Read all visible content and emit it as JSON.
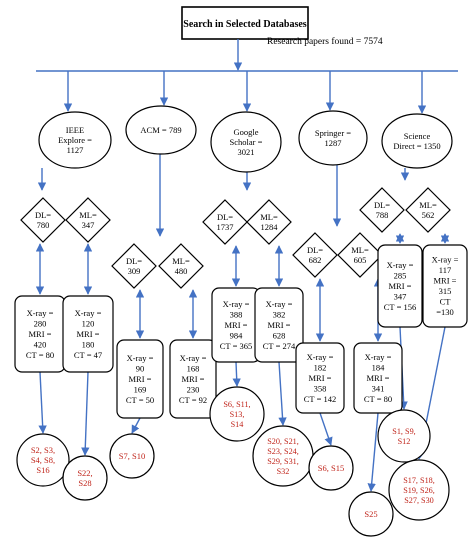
{
  "root": {
    "title": "Search in Selected Databases",
    "found_label": "Research papers found = 7574"
  },
  "colors": {
    "arrow": "#4472c4",
    "result": "#c0241a",
    "outline": "#000000"
  },
  "databases": [
    {
      "key": "ieee",
      "lines": [
        "IEEE",
        "Explore =",
        "1127"
      ],
      "dl": [
        "DL=",
        "780"
      ],
      "ml": [
        "ML=",
        "347"
      ],
      "dl_stats": [
        "X-ray =",
        "280",
        "MRI =",
        "420",
        "CT = 80"
      ],
      "ml_stats": [
        "X-ray =",
        "120",
        "MRI =",
        "180",
        "CT = 47"
      ],
      "dl_refs": [
        "S2, S3,",
        "S4, S8,",
        "S16"
      ],
      "ml_refs": [
        "S22,",
        "S28"
      ]
    },
    {
      "key": "acm",
      "lines": [
        "ACM = 789"
      ],
      "dl": [
        "DL=",
        "309"
      ],
      "ml": [
        "ML=",
        "480"
      ],
      "dl_stats": [
        "X-ray =",
        "90",
        "MRI =",
        "169",
        "CT = 50"
      ],
      "ml_stats": [
        "X-ray =",
        "168",
        "MRI =",
        "230",
        "CT = 92"
      ],
      "dl_refs": [
        "S7, S10"
      ],
      "ml_refs": []
    },
    {
      "key": "scholar",
      "lines": [
        "Google",
        "Scholar =",
        "3021"
      ],
      "dl": [
        "DL=",
        "1737"
      ],
      "ml": [
        "ML=",
        "1284"
      ],
      "dl_stats": [
        "X-ray =",
        "388",
        "MRI =",
        "984",
        "CT = 365"
      ],
      "ml_stats": [
        "X-ray =",
        "382",
        "MRI =",
        "628",
        "CT = 274"
      ],
      "dl_refs": [
        "S6, S11,",
        "S13,",
        "S14"
      ],
      "ml_refs": [
        "S20, S21,",
        "S23, S24,",
        "S29, S31,",
        "S32"
      ]
    },
    {
      "key": "springer",
      "lines": [
        "Springer =",
        "1287"
      ],
      "dl": [
        "DL=",
        "682"
      ],
      "ml": [
        "ML=",
        "605"
      ],
      "dl_stats": [
        "X-ray =",
        "182",
        "MRI =",
        "358",
        "CT = 142"
      ],
      "ml_stats": [
        "X-ray =",
        "184",
        "MRI =",
        "341",
        "CT = 80"
      ],
      "dl_refs": [
        "S6, S15"
      ],
      "ml_refs": [
        "S25"
      ]
    },
    {
      "key": "science",
      "lines": [
        "Science",
        "Direct = 1350"
      ],
      "dl": [
        "DL=",
        "788"
      ],
      "ml": [
        "ML=",
        "562"
      ],
      "dl_stats": [
        "X-ray =",
        "285",
        "MRI =",
        "347",
        "CT = 156"
      ],
      "ml_stats": [
        "X-ray =",
        "117",
        "MRI =",
        "315",
        "CT",
        "=130"
      ],
      "dl_refs": [
        "S1, S9,",
        "S12"
      ],
      "ml_refs": [
        "S17, S18,",
        "S19, S26,",
        "S27, S30"
      ]
    }
  ]
}
